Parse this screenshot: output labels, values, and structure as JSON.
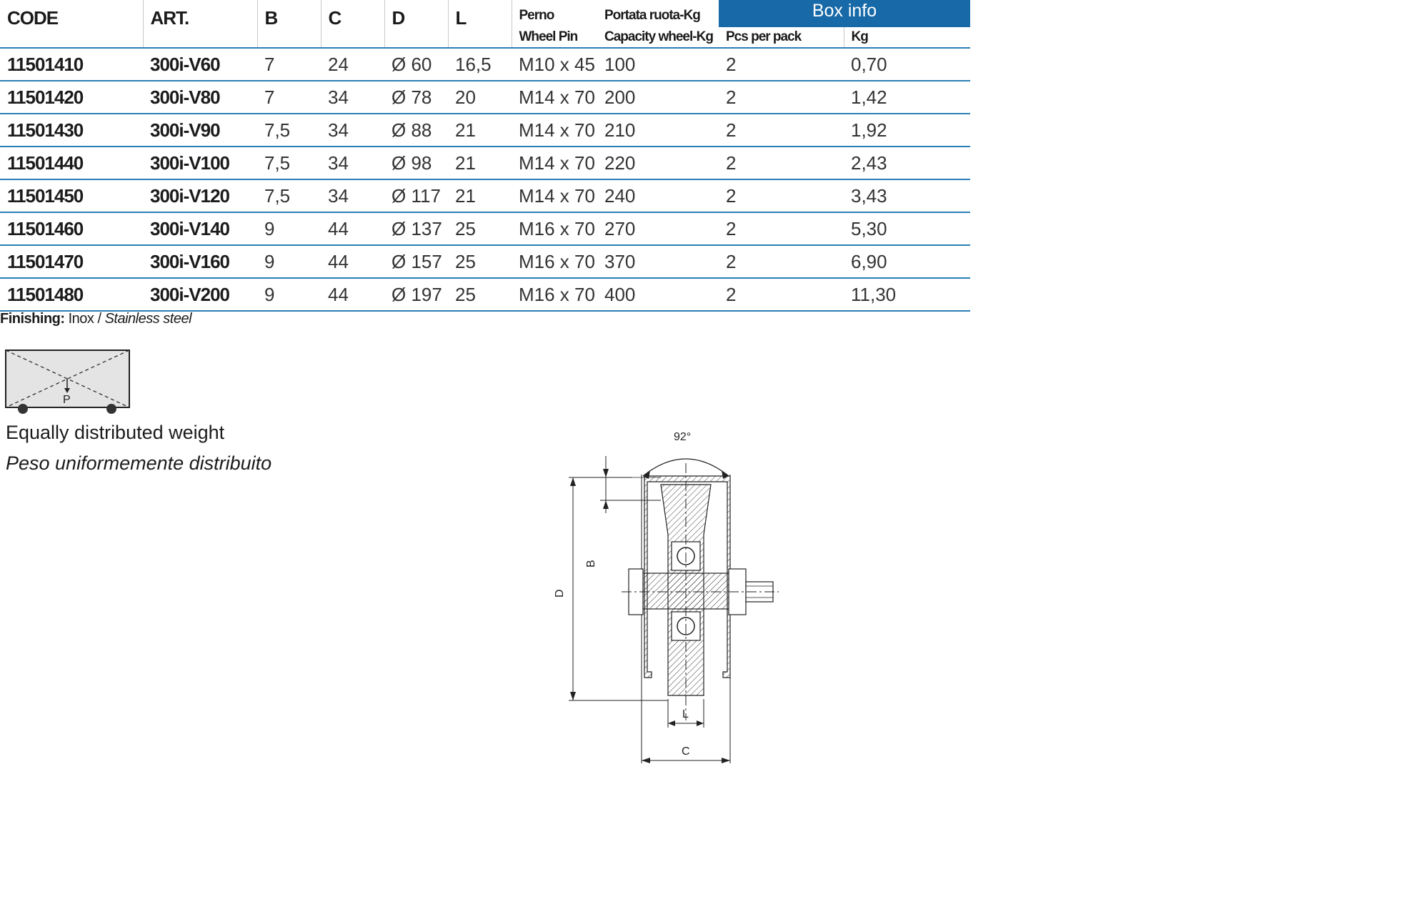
{
  "table": {
    "headers": {
      "code": "CODE",
      "art": "ART.",
      "b": "B",
      "c": "C",
      "d": "D",
      "l": "L",
      "pin_it": "Perno",
      "pin_en": "Wheel Pin",
      "capacity_it": "Portata ruota-Kg",
      "capacity_en": "Capacity wheel-Kg",
      "box_info": "Box info",
      "pcs_per_pack": "Pcs per pack",
      "kg": "Kg"
    },
    "rows": [
      {
        "code": "11501410",
        "art": "300i-V60",
        "b": "7",
        "c": "24",
        "d": "Ø 60",
        "l": "16,5",
        "pin": "M10 x 45",
        "capacity": "100",
        "pcs": "2",
        "kg": "0,70"
      },
      {
        "code": "11501420",
        "art": "300i-V80",
        "b": "7",
        "c": "34",
        "d": "Ø 78",
        "l": "20",
        "pin": "M14 x 70",
        "capacity": "200",
        "pcs": "2",
        "kg": "1,42"
      },
      {
        "code": "11501430",
        "art": "300i-V90",
        "b": "7,5",
        "c": "34",
        "d": "Ø 88",
        "l": "21",
        "pin": "M14 x 70",
        "capacity": "210",
        "pcs": "2",
        "kg": "1,92"
      },
      {
        "code": "11501440",
        "art": "300i-V100",
        "b": "7,5",
        "c": "34",
        "d": "Ø 98",
        "l": "21",
        "pin": "M14 x 70",
        "capacity": "220",
        "pcs": "2",
        "kg": "2,43"
      },
      {
        "code": "11501450",
        "art": "300i-V120",
        "b": "7,5",
        "c": "34",
        "d": "Ø 117",
        "l": "21",
        "pin": "M14 x 70",
        "capacity": "240",
        "pcs": "2",
        "kg": "3,43"
      },
      {
        "code": "11501460",
        "art": "300i-V140",
        "b": "9",
        "c": "44",
        "d": "Ø 137",
        "l": "25",
        "pin": "M16 x 70",
        "capacity": "270",
        "pcs": "2",
        "kg": "5,30"
      },
      {
        "code": "11501470",
        "art": "300i-V160",
        "b": "9",
        "c": "44",
        "d": "Ø 157",
        "l": "25",
        "pin": "M16 x 70",
        "capacity": "370",
        "pcs": "2",
        "kg": "6,90"
      },
      {
        "code": "11501480",
        "art": "300i-V200",
        "b": "9",
        "c": "44",
        "d": "Ø 197",
        "l": "25",
        "pin": "M16 x 70",
        "capacity": "400",
        "pcs": "2",
        "kg": "11,30"
      }
    ]
  },
  "finishing": {
    "label": "Finishing:",
    "value_it": "Inox",
    "separator": " / ",
    "value_en": "Stainless steel"
  },
  "load_diagram": {
    "p_label": "P",
    "caption_en": "Equally distributed weight",
    "caption_it": "Peso uniformemente distribuito"
  },
  "wheel_drawing": {
    "angle_label": "92°",
    "label_b": "B",
    "label_d": "D",
    "label_l": "L",
    "label_c": "C"
  },
  "colors": {
    "accent_blue": "#1769a8",
    "rule_blue": "#2a7fb7"
  }
}
